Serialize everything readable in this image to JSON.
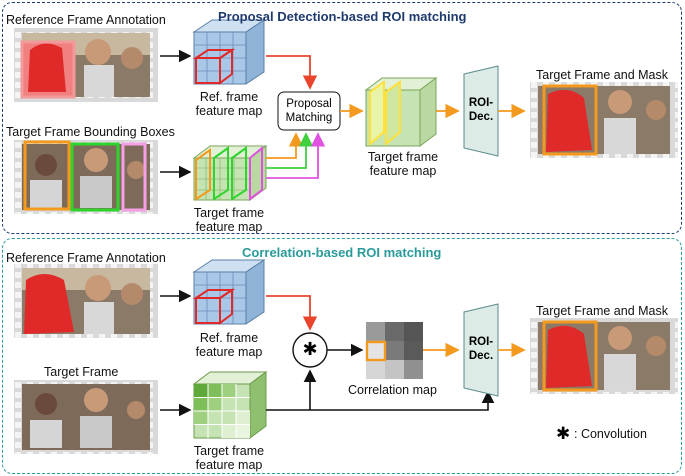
{
  "top_panel": {
    "title": "Proposal Detection-based ROI matching",
    "ref_annotation_label": "Reference Frame Annotation",
    "target_boxes_label": "Target Frame Bounding Boxes",
    "ref_feature_label": "Ref. frame feature map",
    "target_feature_label": "Target frame feature map",
    "proposal_matching_label": "Proposal Matching",
    "matched_feature_label": "Target frame feature map",
    "roi_decoder_label": "ROI-Dec.",
    "output_label": "Target Frame and Mask"
  },
  "bottom_panel": {
    "title": "Correlation-based ROI matching",
    "ref_annotation_label": "Reference Frame Annotation",
    "target_frame_label": "Target Frame",
    "ref_feature_label": "Ref. frame feature map",
    "target_feature_label": "Target frame feature map",
    "convolution_symbol": "✱",
    "correlation_label": "Correlation map",
    "roi_decoder_label": "ROI-Dec.",
    "output_label": "Target Frame and Mask",
    "legend_symbol": "✱",
    "legend_text": ": Convolution"
  },
  "colors": {
    "top_title": "#1f3b6e",
    "bottom_title": "#2a9a9a",
    "arrow_orange": "#f39a1e",
    "arrow_red": "#e8452c",
    "arrow_green": "#3fcf3f",
    "arrow_magenta": "#e052e0",
    "cube_blue": "#a9c8e8",
    "cube_green": "#c6e3b4",
    "decoder_fill": "#dcebe6"
  }
}
